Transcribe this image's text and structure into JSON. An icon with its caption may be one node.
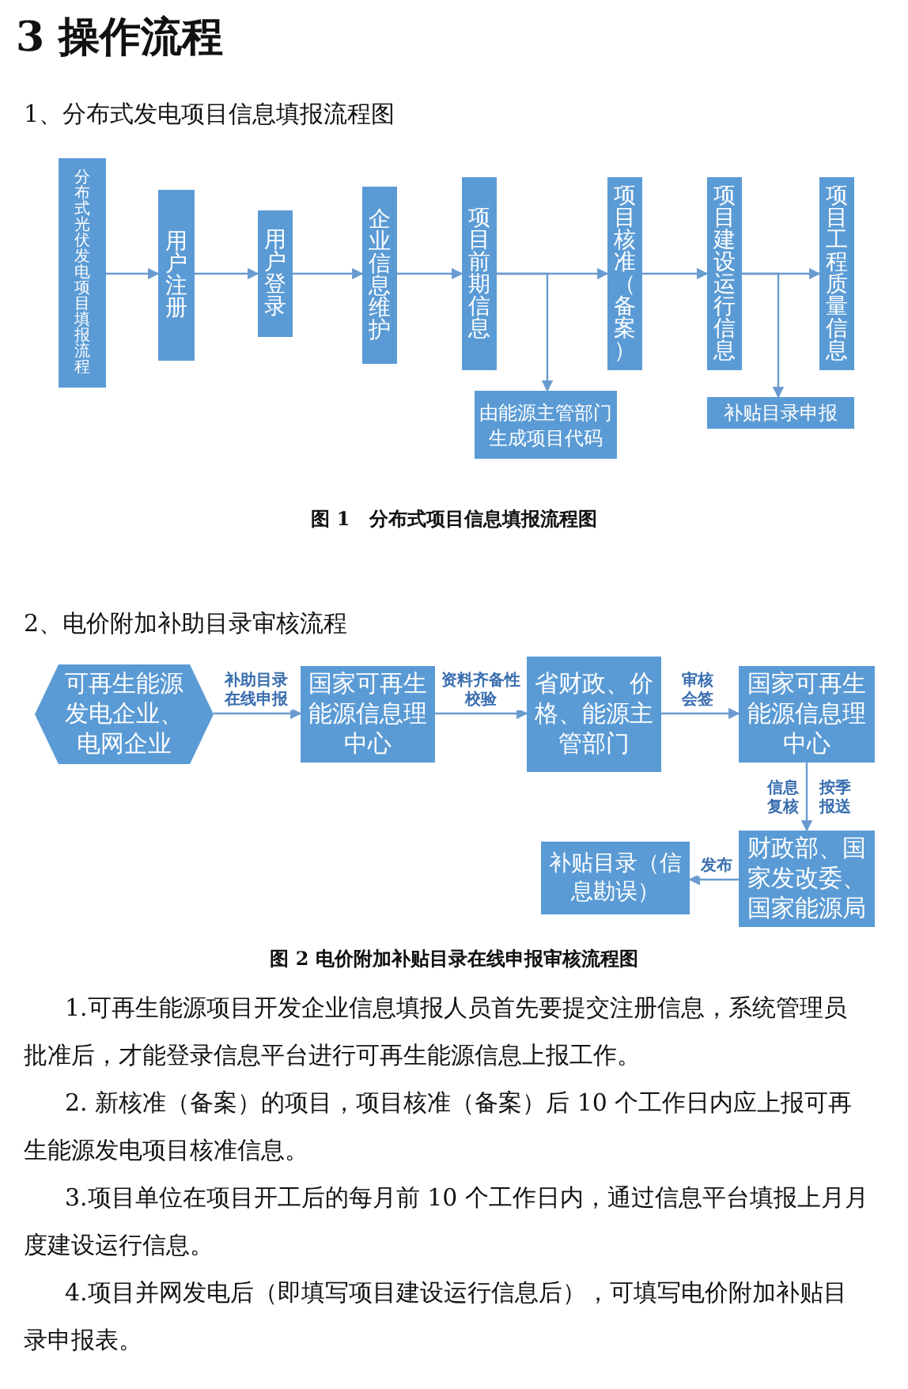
{
  "diagram": {
    "title": "3 操作流程",
    "nodes": [
      {
        "text": [
          "分布式光伏发电项目填报流程"
        ]
      },
      {
        "text": [
          "用户注册"
        ]
      },
      {
        "text": [
          "用户登录"
        ]
      },
      {
        "text": [
          "企业信息维护"
        ]
      },
      {
        "text": [
          "项目前期信息"
        ]
      },
      {
        "text": [
          "项目核准（备案）"
        ]
      },
      {
        "text": [
          "项目建设运行信息"
        ]
      },
      {
        "text": [
          "项目工程质量信息"
        ]
      },
      {
        "text": [
          "由能源主管部门生成项目代码"
        ]
      },
      {
        "text": [
          "补贴目录申报"
        ]
      },
      {
        "text": [
          "可再生能源发电企业、电网企业"
        ]
      },
      {
        "text": [
          "国家可再生能源信息理中心"
        ]
      },
      {
        "text": [
          "省财政、价格、能源主管部门"
        ]
      },
      {
        "text": [
          "国家可再生能源信息理中心"
        ]
      },
      {
        "text": [
          "补贴目录（信息勘误）"
        ]
      },
      {
        "text": [
          "财政部、国家发改委、国家能源局"
        ]
      }
    ],
    "edges": [
      {
        "from": 0,
        "to": 1,
        "arrow": "to"
      },
      {
        "from": 1,
        "to": 2,
        "arrow": "to"
      },
      {
        "from": 2,
        "to": 3,
        "arrow": "to"
      },
      {
        "from": 3,
        "to": 4,
        "arrow": "to"
      },
      {
        "from": 4,
        "to": 5,
        "arrow": "to"
      },
      {
        "from": 4,
        "to": 8,
        "arrow": "to"
      },
      {
        "from": 5,
        "to": 6,
        "arrow": "to"
      },
      {
        "from": 6,
        "to": 7,
        "arrow": "to"
      },
      {
        "from": 6,
        "to": 9,
        "arrow": "to"
      },
      {
        "from": 10,
        "to": 11,
        "arrow": "to",
        "label": "补助目录在线申报"
      },
      {
        "from": 11,
        "to": 12,
        "arrow": "to",
        "label": "资料齐备性校验"
      },
      {
        "from": 12,
        "to": 13,
        "arrow": "to",
        "label": "审核会签"
      },
      {
        "from": 13,
        "to": 15,
        "arrow": "to",
        "label": "信息复核"
      },
      {
        "from": 15,
        "to": 14,
        "arrow": "to",
        "label": "发布"
      }
    ],
    "labels": [
      "1、分布式发电项目信息填报流程图",
      "图 1　分布式项目信息填报流程图",
      "2、电价附加补助目录审核流程",
      "按季报送",
      "图 2  电价附加补贴目录在线申报审核流程图",
      "1.可再生能源项目开发企业信息填报人员首先要提交注册信息，系统管理员批准后，才能登录信息平台进行可再生能源信息上报工作。",
      "2. 新核准（备案）的项目，项目核准（备案）后 10 个工作日内应上报可再生能源发电项目核准信息。",
      "3.项目单位在项目开工后的每月前 10 个工作日内，通过信息平台填报上月月度建设运行信息。",
      "4.项目并网发电后（即填写项目建设运行信息后），可填写电价附加补贴目录申报表。"
    ]
  }
}
